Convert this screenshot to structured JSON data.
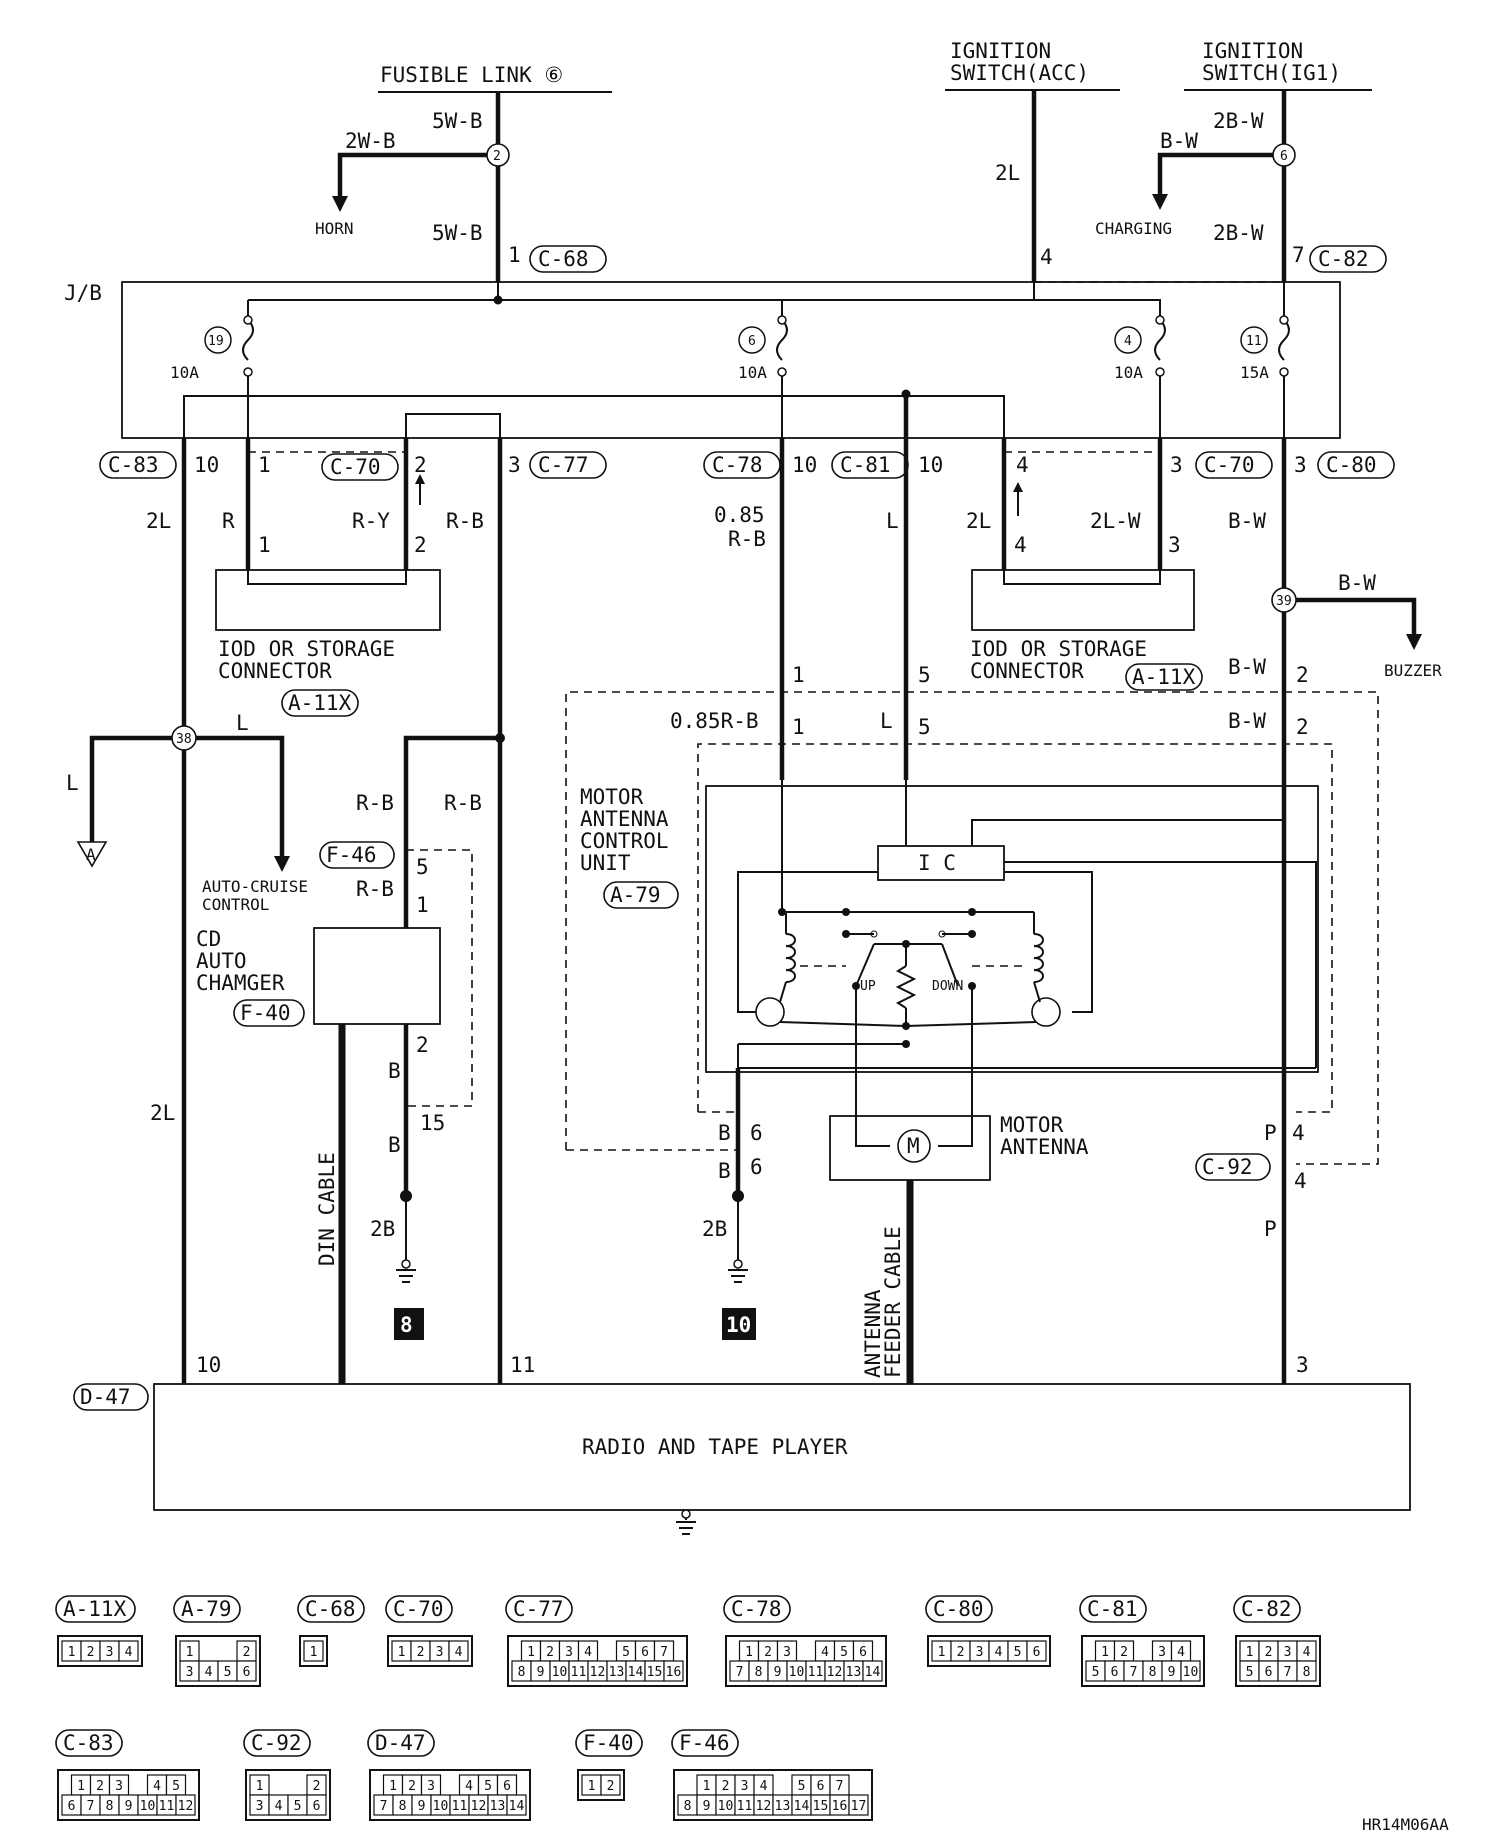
{
  "sources": {
    "fusible_link": "FUSIBLE LINK ⑥",
    "ign_acc_line1": "IGNITION",
    "ign_acc_line2": "SWITCH(ACC)",
    "ign_ig1_line1": "IGNITION",
    "ign_ig1_line2": "SWITCH(IG1)"
  },
  "wire_labels": {
    "w5wb": "5W-B",
    "w2wb": "2W-B",
    "horn": "HORN",
    "w2l": "2L",
    "bw": "B-W",
    "w2bw": "2B-W",
    "charging": "CHARGING",
    "jb": "J/B",
    "r": "R",
    "ry": "R-Y",
    "rb": "R-B",
    "r085_line1": "0.85",
    "r085_line2": "R-B",
    "r085rb": "0.85R-B",
    "l": "L",
    "w2lw": "2L-W",
    "buzzer": "BUZZER",
    "auto_cruise_1": "AUTO-CRUISE",
    "auto_cruise_2": "CONTROL",
    "b": "B",
    "w2b": "2B",
    "p": "P",
    "din_cable": "DIN CABLE",
    "antenna_feeder_1": "ANTENNA",
    "antenna_feeder_2": "FEEDER CABLE"
  },
  "fuses": [
    {
      "num": "19",
      "rating": "10A"
    },
    {
      "num": "6",
      "rating": "10A"
    },
    {
      "num": "4",
      "rating": "10A"
    },
    {
      "num": "11",
      "rating": "15A"
    }
  ],
  "splices": [
    "2",
    "6",
    "39",
    "38"
  ],
  "connector_refs": {
    "c68": "C-68",
    "c82": "C-82",
    "c83": "C-83",
    "c70a": "C-70",
    "c77": "C-77",
    "c78": "C-78",
    "c81": "C-81",
    "c70b": "C-70",
    "c80": "C-80",
    "a11x_1": "A-11X",
    "a11x_2": "A-11X",
    "f46": "F-46",
    "f40": "F-40",
    "a79": "A-79",
    "c92": "C-92",
    "d47": "D-47"
  },
  "pins": {
    "p1": "1",
    "p2": "2",
    "p3": "3",
    "p4": "4",
    "p5": "5",
    "p6": "6",
    "p7": "7",
    "p10": "10",
    "p11": "11",
    "p15": "15"
  },
  "components": {
    "iod_1_line1": "IOD OR STORAGE",
    "iod_1_line2": "CONNECTOR",
    "iod_2_line1": "IOD OR STORAGE",
    "iod_2_line2": "CONNECTOR",
    "cd_line1": "CD",
    "cd_line2": "AUTO",
    "cd_line3": "CHAMGER",
    "mac_line1": "MOTOR",
    "mac_line2": "ANTENNA",
    "mac_line3": "CONTROL",
    "mac_line4": "UNIT",
    "ic": "I C",
    "up": "UP",
    "down": "DOWN",
    "motor_symbol": "M",
    "motor_ant_line1": "MOTOR",
    "motor_ant_line2": "ANTENNA",
    "radio": "RADIO AND TAPE PLAYER",
    "ground_8": "8",
    "ground_10": "10",
    "offpage_a": "A"
  },
  "legend": [
    {
      "label": "A-11X",
      "rows": [
        [
          "1",
          "2",
          "3",
          "4"
        ]
      ]
    },
    {
      "label": "A-79",
      "rows": [
        [
          "1",
          "",
          "",
          "2"
        ],
        [
          "3",
          "4",
          "5",
          "6"
        ]
      ]
    },
    {
      "label": "C-68",
      "rows": [
        [
          "1"
        ]
      ]
    },
    {
      "label": "C-70",
      "rows": [
        [
          "1",
          "2",
          "3",
          "4"
        ]
      ]
    },
    {
      "label": "C-77",
      "rows": [
        [
          "1",
          "2",
          "3",
          "4",
          "",
          "5",
          "6",
          "7"
        ],
        [
          "8",
          "9",
          "10",
          "11",
          "12",
          "13",
          "14",
          "15",
          "16"
        ]
      ]
    },
    {
      "label": "C-78",
      "rows": [
        [
          "1",
          "2",
          "3",
          "",
          "4",
          "5",
          "6"
        ],
        [
          "7",
          "8",
          "9",
          "10",
          "11",
          "12",
          "13",
          "14"
        ]
      ]
    },
    {
      "label": "C-80",
      "rows": [
        [
          "1",
          "2",
          "3",
          "4",
          "5",
          "6"
        ]
      ]
    },
    {
      "label": "C-81",
      "rows": [
        [
          "1",
          "2",
          "",
          "3",
          "4"
        ],
        [
          "5",
          "6",
          "7",
          "8",
          "9",
          "10"
        ]
      ]
    },
    {
      "label": "C-82",
      "rows": [
        [
          "1",
          "2",
          "3",
          "4"
        ],
        [
          "5",
          "6",
          "7",
          "8"
        ]
      ]
    },
    {
      "label": "C-83",
      "rows": [
        [
          "1",
          "2",
          "3",
          "",
          "4",
          "5"
        ],
        [
          "6",
          "7",
          "8",
          "9",
          "10",
          "11",
          "12"
        ]
      ]
    },
    {
      "label": "C-92",
      "rows": [
        [
          "1",
          "",
          "",
          "2"
        ],
        [
          "3",
          "4",
          "5",
          "6"
        ]
      ]
    },
    {
      "label": "D-47",
      "rows": [
        [
          "1",
          "2",
          "3",
          "",
          "4",
          "5",
          "6"
        ],
        [
          "7",
          "8",
          "9",
          "10",
          "11",
          "12",
          "13",
          "14"
        ]
      ]
    },
    {
      "label": "F-40",
      "rows": [
        [
          "1",
          "2"
        ]
      ]
    },
    {
      "label": "F-46",
      "rows": [
        [
          "1",
          "2",
          "3",
          "4",
          "",
          "5",
          "6",
          "7"
        ],
        [
          "8",
          "9",
          "10",
          "11",
          "12",
          "13",
          "14",
          "15",
          "16",
          "17"
        ]
      ]
    }
  ],
  "figure_code": "HR14M06AA"
}
